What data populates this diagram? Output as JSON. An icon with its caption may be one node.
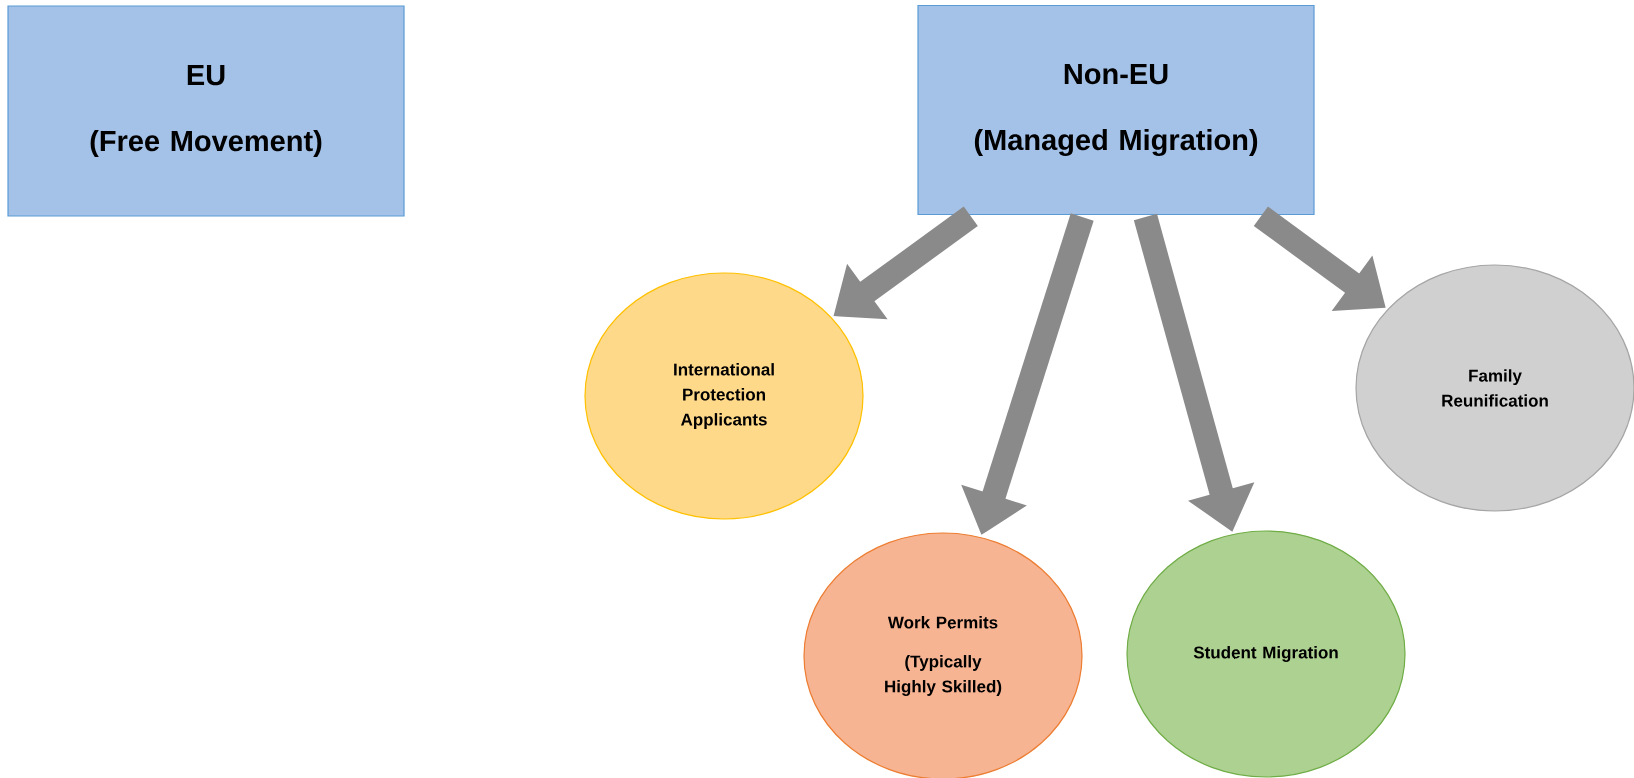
{
  "diagram": {
    "nodes": [
      {
        "text": [
          "EU",
          "(Free Movement)"
        ]
      },
      {
        "text": [
          "Non-EU",
          "(Managed Migration)"
        ]
      },
      {
        "text": [
          "International Protection Applicants"
        ]
      },
      {
        "text": [
          "Family Reunification"
        ]
      },
      {
        "text": [
          "Work Permits",
          "(Typically Highly Skilled)"
        ]
      },
      {
        "text": [
          "Student Migration"
        ]
      }
    ],
    "edges": [
      {
        "from": 1,
        "to": 2,
        "arrow": "to"
      },
      {
        "from": 1,
        "to": 4,
        "arrow": "to"
      },
      {
        "from": 1,
        "to": 5,
        "arrow": "to"
      },
      {
        "from": 1,
        "to": 3,
        "arrow": "to"
      }
    ]
  }
}
